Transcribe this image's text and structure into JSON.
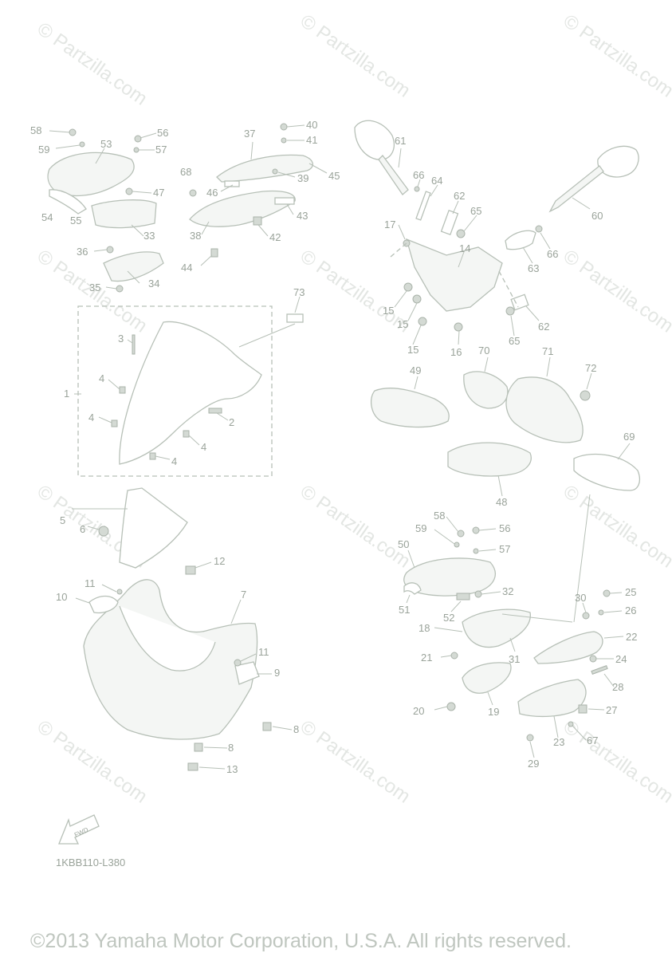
{
  "watermarks": [
    {
      "text": "© Partzilla.com"
    },
    {
      "text": "© Partzilla.com"
    },
    {
      "text": "© Partzilla.com"
    },
    {
      "text": "© Partzilla.com"
    },
    {
      "text": "© Partzilla.com"
    },
    {
      "text": "© Partzilla.com"
    },
    {
      "text": "© Partzilla.com"
    },
    {
      "text": "© Partzilla.com"
    },
    {
      "text": "© Partzilla.com"
    },
    {
      "text": "© Partzilla.com"
    },
    {
      "text": "© Partzilla.com"
    },
    {
      "text": "© Partzilla.com"
    }
  ],
  "callouts": {
    "c58a": "58",
    "c59a": "59",
    "c53": "53",
    "c56a": "56",
    "c57a": "57",
    "c37": "37",
    "c40": "40",
    "c41": "41",
    "c39": "39",
    "c45": "45",
    "c68": "68",
    "c46": "46",
    "c47": "47",
    "c54": "54",
    "c55": "55",
    "c43": "43",
    "c33": "33",
    "c38": "38",
    "c42": "42",
    "c36": "36",
    "c44": "44",
    "c34": "34",
    "c35": "35",
    "c61": "61",
    "c66a": "66",
    "c64": "64",
    "c62a": "62",
    "c65a": "65",
    "c60": "60",
    "c17": "17",
    "c66b": "66",
    "c63": "63",
    "c14": "14",
    "c15a": "15",
    "c15b": "15",
    "c15c": "15",
    "c16": "16",
    "c65b": "65",
    "c62b": "62",
    "c73": "73",
    "c3": "3",
    "c1": "1",
    "c4a": "4",
    "c4b": "4",
    "c4c": "4",
    "c4d": "4",
    "c2": "2",
    "c70": "70",
    "c71": "71",
    "c72": "72",
    "c49": "49",
    "c69": "69",
    "c48": "48",
    "c5": "5",
    "c6": "6",
    "c12": "12",
    "c11a": "11",
    "c10": "10",
    "c7": "7",
    "c11b": "11",
    "c9": "9",
    "c8a": "8",
    "c8b": "8",
    "c13": "13",
    "c58b": "58",
    "c59b": "59",
    "c56b": "56",
    "c50": "50",
    "c57b": "57",
    "c32": "32",
    "c51": "51",
    "c52": "52",
    "c30": "30",
    "c25": "25",
    "c26": "26",
    "c18": "18",
    "c22": "22",
    "c21": "21",
    "c31": "31",
    "c24": "24",
    "c28": "28",
    "c20": "20",
    "c19": "19",
    "c27": "27",
    "c23": "23",
    "c67": "67",
    "c29": "29"
  },
  "fwd_label": "FWD",
  "diagram_code": "1KBB110-L380",
  "copyright": "©2013 Yamaha Motor Corporation, U.S.A. All rights reserved."
}
